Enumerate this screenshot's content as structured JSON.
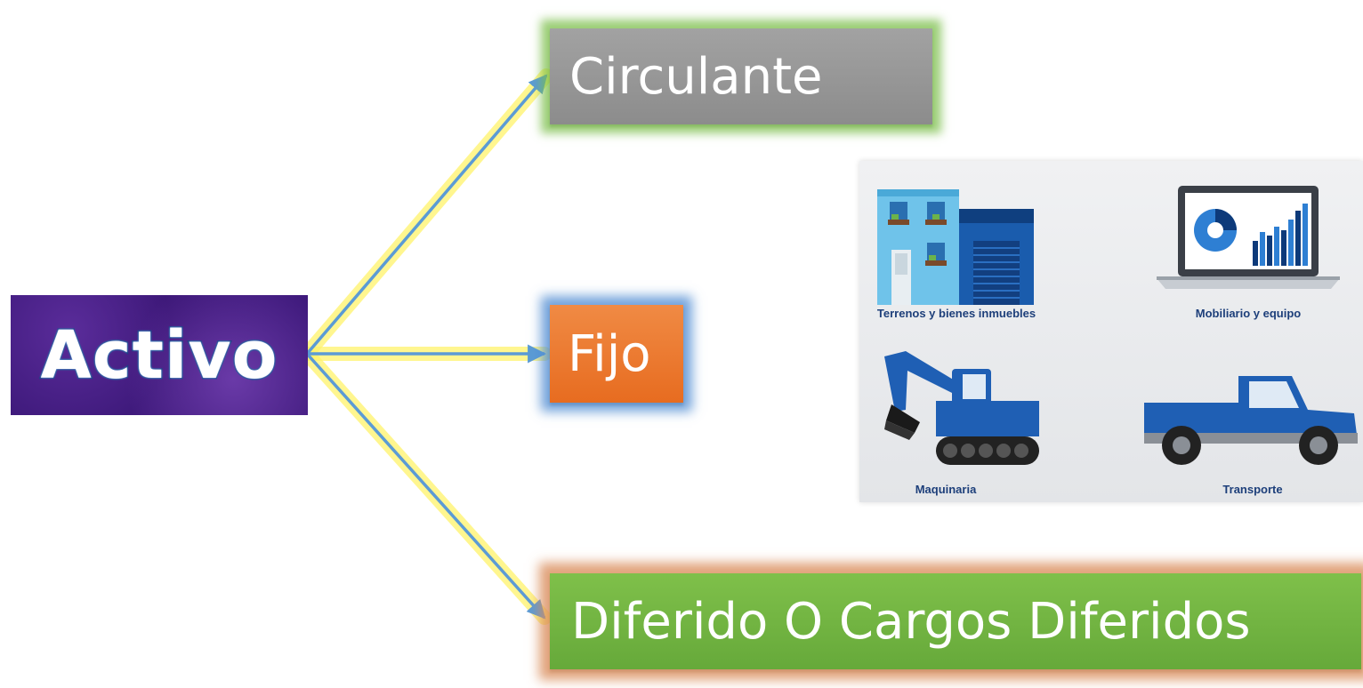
{
  "diagram": {
    "root": {
      "label": "Activo"
    },
    "branches": [
      {
        "id": "circulante",
        "label": "Circulante"
      },
      {
        "id": "fijo",
        "label": "Fijo"
      },
      {
        "id": "diferido",
        "label": "Diferido O Cargos Diferidos"
      }
    ],
    "fixed_asset_examples": [
      {
        "label": "Terrenos y bienes inmuebles",
        "icon": "building-icon"
      },
      {
        "label": "Mobiliario y equipo",
        "icon": "laptop-chart-icon"
      },
      {
        "label": "Maquinaria",
        "icon": "excavator-icon"
      },
      {
        "label": "Transporte",
        "icon": "pickup-truck-icon"
      }
    ]
  },
  "colors": {
    "root_bg": "#3f1a7c",
    "circulante_bg": "#969696",
    "circulante_glow": "#7abe48",
    "fijo_bg": "#ec7a30",
    "fijo_glow": "#508cd2",
    "diferido_bg": "#72b541",
    "diferido_glow": "#da8c5a",
    "arrow": "#5b9bd5",
    "arrow_glow": "#fff36a",
    "icon_blue": "#1f5fb4"
  }
}
